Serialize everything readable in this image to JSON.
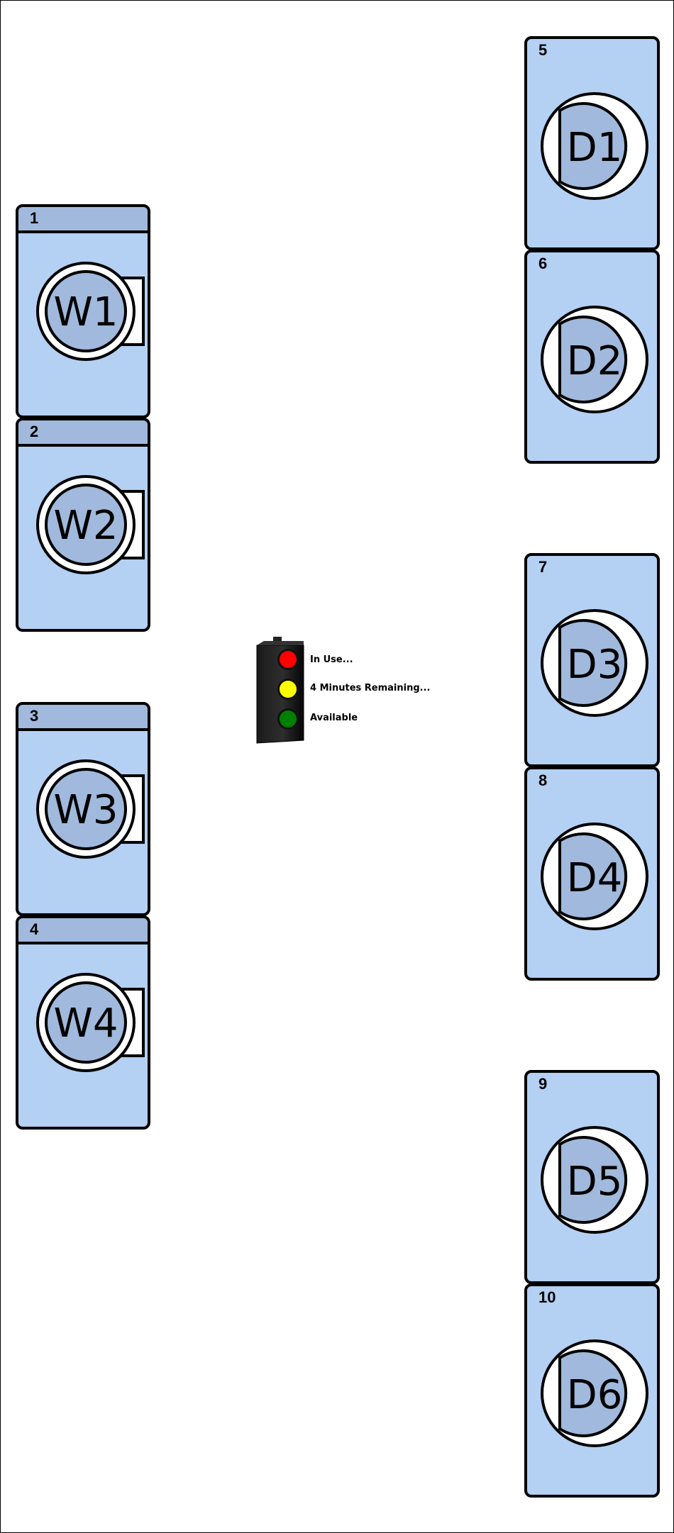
{
  "colors": {
    "machine_body": "#b4d0f3",
    "washer_lid": "#a0b9dc",
    "drum": "#a0b9dc",
    "outline": "#000000",
    "light_red": "#ff0000",
    "light_yellow": "#ffff00",
    "light_green": "#008000"
  },
  "washers": [
    {
      "number": "1",
      "label": "W1"
    },
    {
      "number": "2",
      "label": "W2"
    },
    {
      "number": "3",
      "label": "W3"
    },
    {
      "number": "4",
      "label": "W4"
    }
  ],
  "dryers": [
    {
      "number": "5",
      "label": "D1"
    },
    {
      "number": "6",
      "label": "D2"
    },
    {
      "number": "7",
      "label": "D3"
    },
    {
      "number": "8",
      "label": "D4"
    },
    {
      "number": "9",
      "label": "D5"
    },
    {
      "number": "10",
      "label": "D6"
    }
  ],
  "legend": {
    "icon": "traffic-light-icon",
    "in_use": "In Use...",
    "minutes_remaining": "4 Minutes Remaining...",
    "available": "Available"
  }
}
